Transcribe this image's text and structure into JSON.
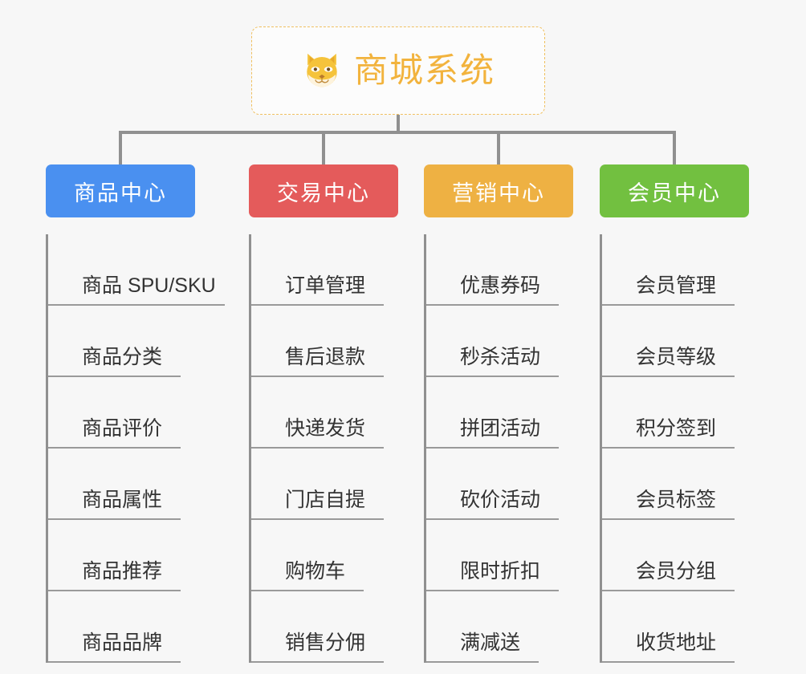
{
  "page": {
    "background_color": "#f7f7f7",
    "line_color": "#909090",
    "leaf_text_color": "#333333"
  },
  "root": {
    "title": "商城系统",
    "icon": "shiba-dog-face-emoji",
    "text_color": "#f2b33d",
    "border_color": "#f0c060",
    "background_color": "#fcfcfc"
  },
  "columns": [
    {
      "label": "商品中心",
      "color": "#4a90f0",
      "items": [
        "商品 SPU/SKU",
        "商品分类",
        "商品评价",
        "商品属性",
        "商品推荐",
        "商品品牌"
      ]
    },
    {
      "label": "交易中心",
      "color": "#e45b5b",
      "items": [
        "订单管理",
        "售后退款",
        "快递发货",
        "门店自提",
        "购物车",
        "销售分佣"
      ]
    },
    {
      "label": "营销中心",
      "color": "#eeb143",
      "items": [
        "优惠券码",
        "秒杀活动",
        "拼团活动",
        "砍价活动",
        "限时折扣",
        "满减送"
      ]
    },
    {
      "label": "会员中心",
      "color": "#72c040",
      "items": [
        "会员管理",
        "会员等级",
        "积分签到",
        "会员标签",
        "会员分组",
        "收货地址"
      ]
    }
  ]
}
